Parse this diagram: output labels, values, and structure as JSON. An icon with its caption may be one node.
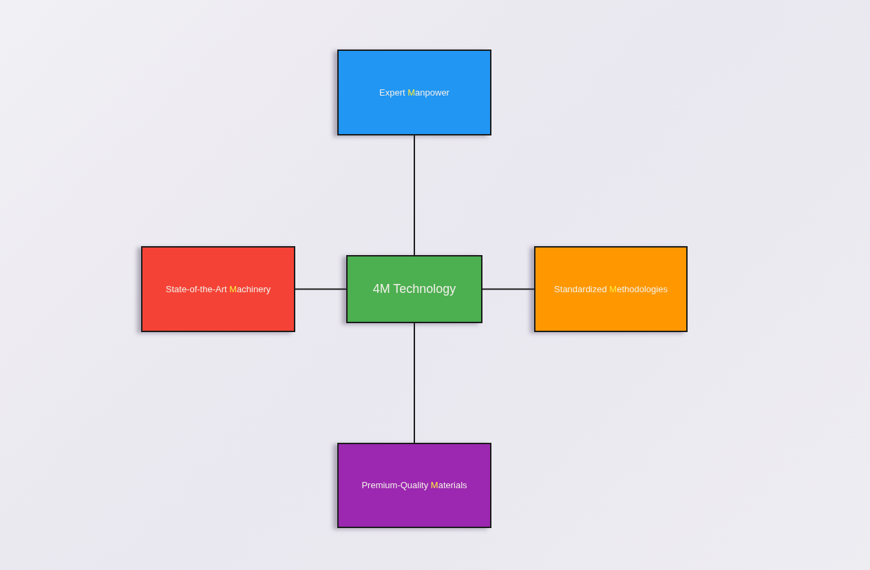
{
  "diagram": {
    "nodes": [
      {
        "text": [
          "Expert **M**anpower"
        ]
      },
      {
        "text": [
          "State-of-the-Art **M**achinery"
        ]
      },
      {
        "text": [
          "4M Technology"
        ]
      },
      {
        "text": [
          "Standardized **M**ethodologies"
        ]
      },
      {
        "text": [
          "Premium-Quality **M**aterials"
        ]
      }
    ],
    "edges": [
      {
        "from": 2,
        "to": 0,
        "arrow": "none"
      },
      {
        "from": 2,
        "to": 1,
        "arrow": "none"
      },
      {
        "from": 2,
        "to": 3,
        "arrow": "none"
      },
      {
        "from": 2,
        "to": 4,
        "arrow": "none"
      }
    ]
  }
}
